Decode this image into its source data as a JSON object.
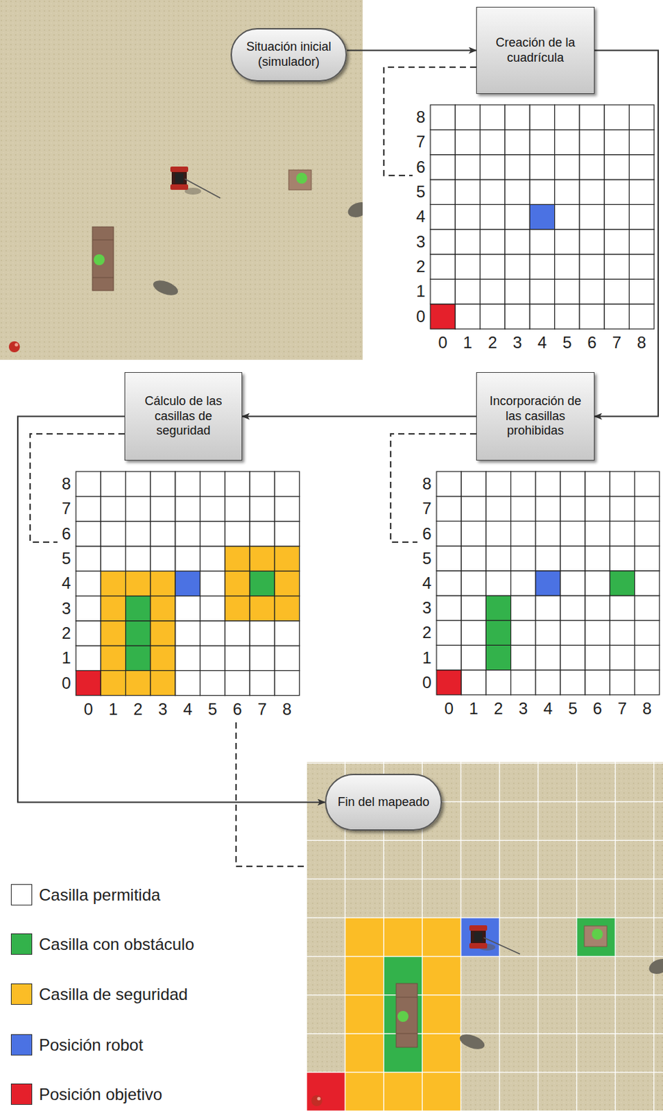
{
  "diagram": {
    "nodes": [
      {
        "text": [
          "Situación inicial (simulador)"
        ]
      },
      {
        "text": [
          "Creación de la cuadrícula"
        ]
      },
      {
        "text": [
          "Cálculo de las casillas de seguridad"
        ]
      },
      {
        "text": [
          "Incorporación de las casillas prohibidas"
        ]
      },
      {
        "text": [
          "Fin del mapeado"
        ]
      }
    ],
    "edges": [
      {
        "from": 0,
        "to": 1,
        "arrow": "to"
      },
      {
        "from": 1,
        "to": 3,
        "arrow": "to"
      },
      {
        "from": 3,
        "to": 2,
        "arrow": "to"
      },
      {
        "from": 2,
        "to": 4,
        "arrow": "to"
      }
    ],
    "labels": [
      "8",
      "7",
      "6",
      "5",
      "4",
      "3",
      "2",
      "1",
      "0",
      "0",
      "1",
      "2",
      "3",
      "4",
      "5",
      "6",
      "7",
      "8",
      "8",
      "7",
      "6",
      "5",
      "4",
      "3",
      "2",
      "1",
      "0",
      "0",
      "1",
      "2",
      "3",
      "4",
      "5",
      "6",
      "7",
      "8",
      "8",
      "7",
      "6",
      "5",
      "4",
      "3",
      "2",
      "1",
      "0",
      "0",
      "1",
      "2",
      "3",
      "4",
      "5",
      "6",
      "7",
      "8"
    ],
    "legend": [
      {
        "text": "Casilla permitida",
        "color": "#ffffff"
      },
      {
        "text": "Casilla con obstáculo",
        "color": "#33b24b"
      },
      {
        "text": "Casilla de seguridad",
        "color": "#fbbd26"
      },
      {
        "text": "Posición robot",
        "color": "#4b72e3"
      },
      {
        "text": "Posición objetivo",
        "color": "#e5202b"
      }
    ]
  }
}
